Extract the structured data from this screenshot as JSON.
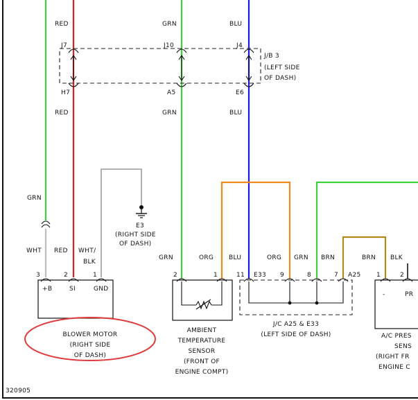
{
  "colors": {
    "red": "#e02020",
    "green": "#3cd23c",
    "blue": "#1a1ae6",
    "orange": "#ee8a1e",
    "brown": "#b08a1a",
    "gray": "#9a9a9a",
    "highlight": "#e03a3a"
  },
  "wires": {
    "red": "RED",
    "grn": "GRN",
    "blu": "BLU",
    "wht": "WHT",
    "wht_blk_1": "WHT/",
    "wht_blk_2": "BLK",
    "org": "ORG",
    "brn": "BRN",
    "blk": "BLK"
  },
  "connectors": {
    "j7": "J7",
    "j10": "J10",
    "j4": "J4",
    "h7": "H7",
    "a5": "A5",
    "e6": "E6",
    "e33": "E33",
    "a25": "A25"
  },
  "pins": {
    "p3": "3",
    "p2": "2",
    "p1": "1",
    "p11": "11",
    "p9": "9",
    "p8": "8",
    "p7": "7"
  },
  "jb3": {
    "line1": "J/B 3",
    "line2": "(LEFT SIDE",
    "line3": "OF DASH)"
  },
  "ground": {
    "id": "E3",
    "line1": "(RIGHT SIDE",
    "line2": "OF DASH)"
  },
  "blower": {
    "pin_b": "+B",
    "pin_si": "SI",
    "pin_gnd": "GND",
    "line1": "BLOWER MOTOR",
    "line2": "(RIGHT SIDE",
    "line3": "OF DASH)"
  },
  "ambient": {
    "line1": "AMBIENT",
    "line2": "TEMPERATURE",
    "line3": "SENSOR",
    "line4": "(FRONT OF",
    "line5": "ENGINE COMPT)"
  },
  "jc": {
    "line1": "J/C A25 & E33",
    "line2": "(LEFT SIDE OF DASH)"
  },
  "ac": {
    "pin_minus": "-",
    "pin_pr": "PR",
    "line1": "A/C PRES",
    "line2": "SENS",
    "line3": "(RIGHT FR",
    "line4": "ENGINE C"
  },
  "diagram_code": "320905"
}
